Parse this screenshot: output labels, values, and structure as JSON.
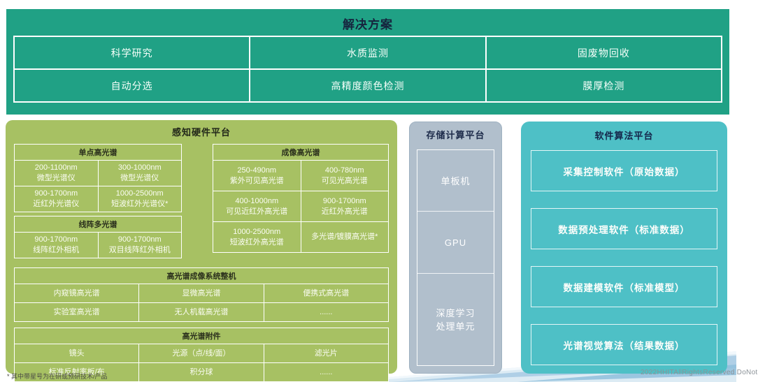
{
  "page": {
    "footnote": "* 其中带星号为在研或预研技术/产品",
    "watermark": "2022HHITAllRightsReserved DoNot"
  },
  "colors": {
    "solutions_bg": "#20A185",
    "hardware_bg": "#A7C163",
    "compute_bg": "#B1BFCC",
    "software_bg": "#4EC0C6",
    "title_text": "#16243E",
    "cell_text": "#FFFFFF"
  },
  "solutions": {
    "title": "解决方案",
    "items": [
      "科学研究",
      "水质监测",
      "固废物回收",
      "自动分选",
      "高精度颜色检测",
      "膜厚检测"
    ]
  },
  "hardware": {
    "title": "感知硬件平台",
    "point_spectra": {
      "header": "单点高光谱",
      "cells": [
        {
          "range": "200-1100nm",
          "name": "微型光谱仪"
        },
        {
          "range": "300-1000nm",
          "name": "微型光谱仪"
        },
        {
          "range": "900-1700nm",
          "name": "近红外光谱仪"
        },
        {
          "range": "1000-2500nm",
          "name": "短波红外光谱仪*"
        }
      ]
    },
    "line_multispectral": {
      "header": "线阵多光谱",
      "cells": [
        {
          "range": "900-1700nm",
          "name": "线阵红外相机"
        },
        {
          "range": "900-1700nm",
          "name": "双目线阵红外相机"
        }
      ]
    },
    "imaging_spectra": {
      "header": "成像高光谱",
      "cells": [
        {
          "range": "250-490nm",
          "name": "紫外可见高光谱"
        },
        {
          "range": "400-780nm",
          "name": "可见光高光谱"
        },
        {
          "range": "400-1000nm",
          "name": "可见近红外高光谱"
        },
        {
          "range": "900-1700nm",
          "name": "近红外高光谱"
        },
        {
          "range": "1000-2500nm",
          "name": "短波红外高光谱"
        },
        {
          "range": "",
          "name": "多光谱/镀膜高光谱*"
        }
      ]
    },
    "systems": {
      "header": "高光谱成像系统整机",
      "rows": [
        [
          "内窥镜高光谱",
          "显微高光谱",
          "便携式高光谱"
        ],
        [
          "实验室高光谱",
          "无人机载高光谱",
          "......"
        ]
      ]
    },
    "accessories": {
      "header": "高光谱附件",
      "rows": [
        [
          "镜头",
          "光源（点/线/面）",
          "滤光片"
        ],
        [
          "标准反射率板/布",
          "积分球",
          "......"
        ]
      ]
    }
  },
  "compute": {
    "title": "存储计算平台",
    "items": [
      "单板机",
      "GPU",
      "深度学习\n处理单元"
    ]
  },
  "software": {
    "title": "软件算法平台",
    "items": [
      "采集控制软件（原始数据）",
      "数据预处理软件（标准数据）",
      "数据建模软件（标准模型）",
      "光谱视觉算法（结果数据）"
    ]
  }
}
